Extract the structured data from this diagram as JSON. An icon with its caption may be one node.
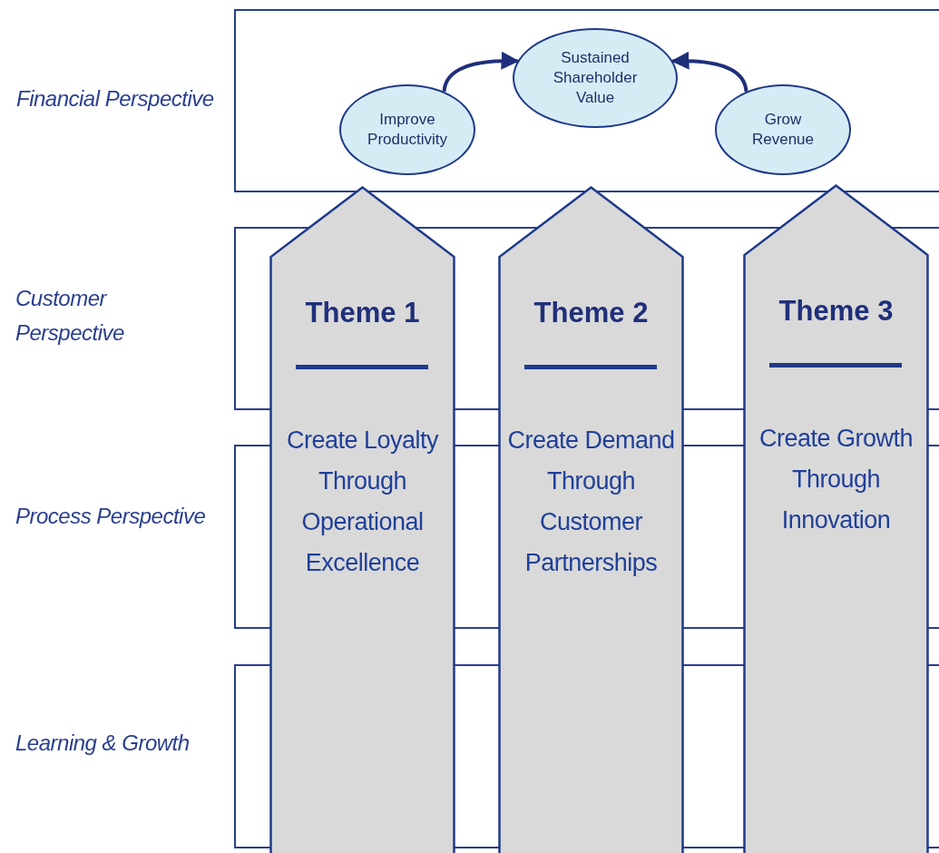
{
  "diagram": {
    "nodes": [
      {
        "text": [
          "Financial Perspective"
        ]
      },
      {
        "text": [
          "Improve Productivity"
        ],
        "in": 0
      },
      {
        "text": [
          "Sustained Shareholder Value"
        ],
        "in": 0
      },
      {
        "text": [
          "Grow Revenue"
        ],
        "in": 0
      },
      {
        "text": [
          "Customer Perspective"
        ]
      },
      {
        "text": [
          "Process Perspective"
        ]
      },
      {
        "text": [
          "Learning & Growth"
        ]
      },
      {
        "text": [
          "Theme 1",
          "Create Loyalty Through Operational Excellence"
        ]
      },
      {
        "text": [
          "Theme 2",
          "Create Demand Through Customer Partnerships"
        ]
      },
      {
        "text": [
          "Theme 3",
          "Create Growth Through Innovation"
        ]
      }
    ],
    "edges": [
      {
        "from": 1,
        "to": 2,
        "arrow": "to"
      },
      {
        "from": 3,
        "to": 2,
        "arrow": "to"
      }
    ]
  }
}
